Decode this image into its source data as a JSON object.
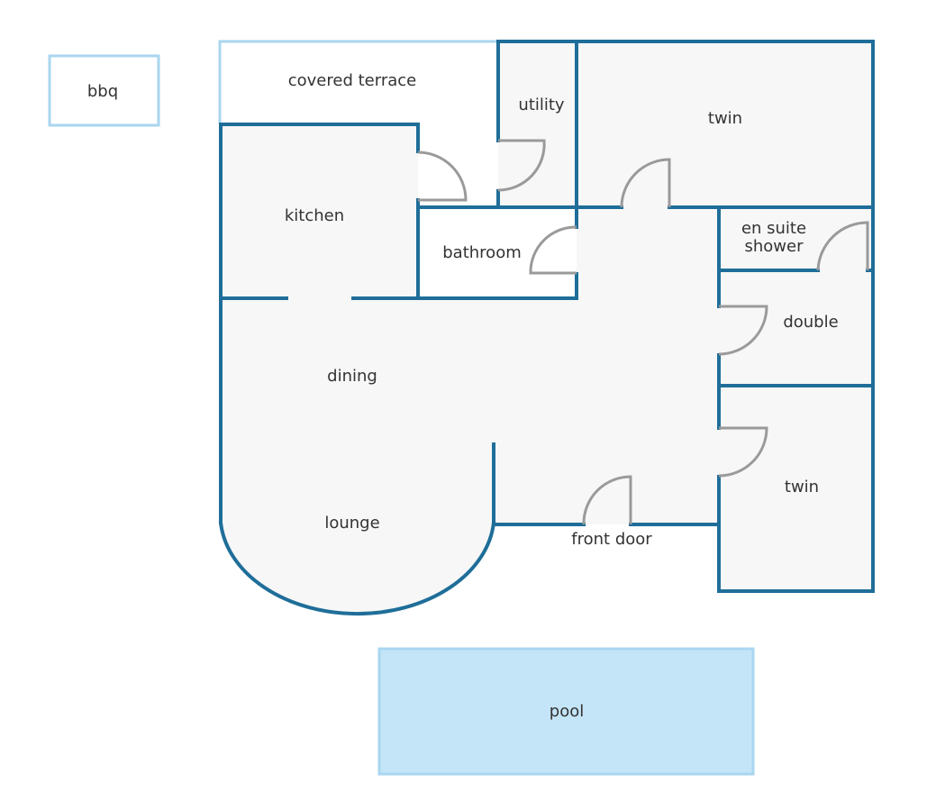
{
  "colors": {
    "wall": "#1f6e99",
    "light_wall": "#a9d6ef",
    "floor": "#f7f7f7",
    "door": "#9a9a9a",
    "pool_fill": "#c4e5f8",
    "text": "#333333"
  },
  "rooms": {
    "bbq": "bbq",
    "covered_terrace": "covered terrace",
    "utility": "utility",
    "twin_top": "twin",
    "kitchen": "kitchen",
    "bathroom": "bathroom",
    "en_suite_line1": "en suite",
    "en_suite_line2": "shower",
    "double": "double",
    "dining": "dining",
    "lounge": "lounge",
    "twin_bottom": "twin",
    "front_door": "front door",
    "pool": "pool"
  }
}
